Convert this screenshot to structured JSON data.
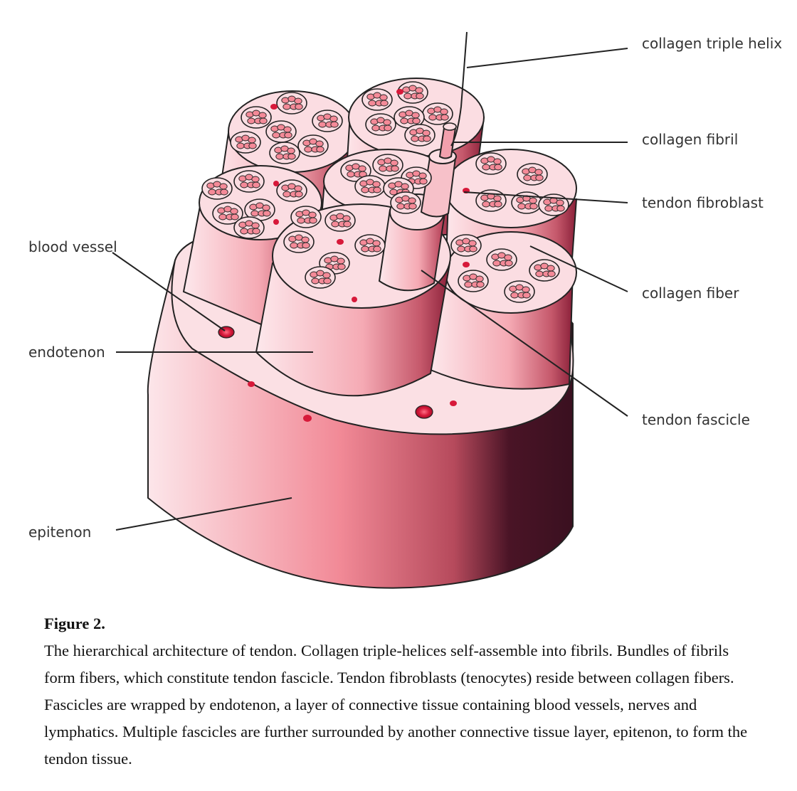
{
  "figure": {
    "labels": {
      "collagen_triple_helix": "collagen triple helix",
      "collagen_fibril": "collagen fibril",
      "tendon_fibroblast": "tendon fibroblast",
      "collagen_fiber": "collagen fiber",
      "tendon_fascicle": "tendon fascicle",
      "blood_vessel": "blood vessel",
      "endotenon": "endotenon",
      "epitenon": "epitenon"
    },
    "colors": {
      "flesh_light": "#fbe0e4",
      "flesh_mid": "#f08a96",
      "flesh_dark": "#3a1020",
      "blood": "#d7193a",
      "outline": "#222222"
    }
  },
  "caption": {
    "title": "Figure 2.",
    "text": "The hierarchical architecture of tendon. Collagen triple-helices self-assemble into fibrils. Bundles of fibrils form fibers, which constitute tendon fascicle. Tendon fibroblasts (tenocytes) reside between collagen fibers. Fascicles are wrapped by endotenon, a layer of connective tissue containing blood vessels, nerves and lymphatics. Multiple fascicles are further surrounded by another connective tissue layer, epitenon, to form the tendon tissue."
  }
}
